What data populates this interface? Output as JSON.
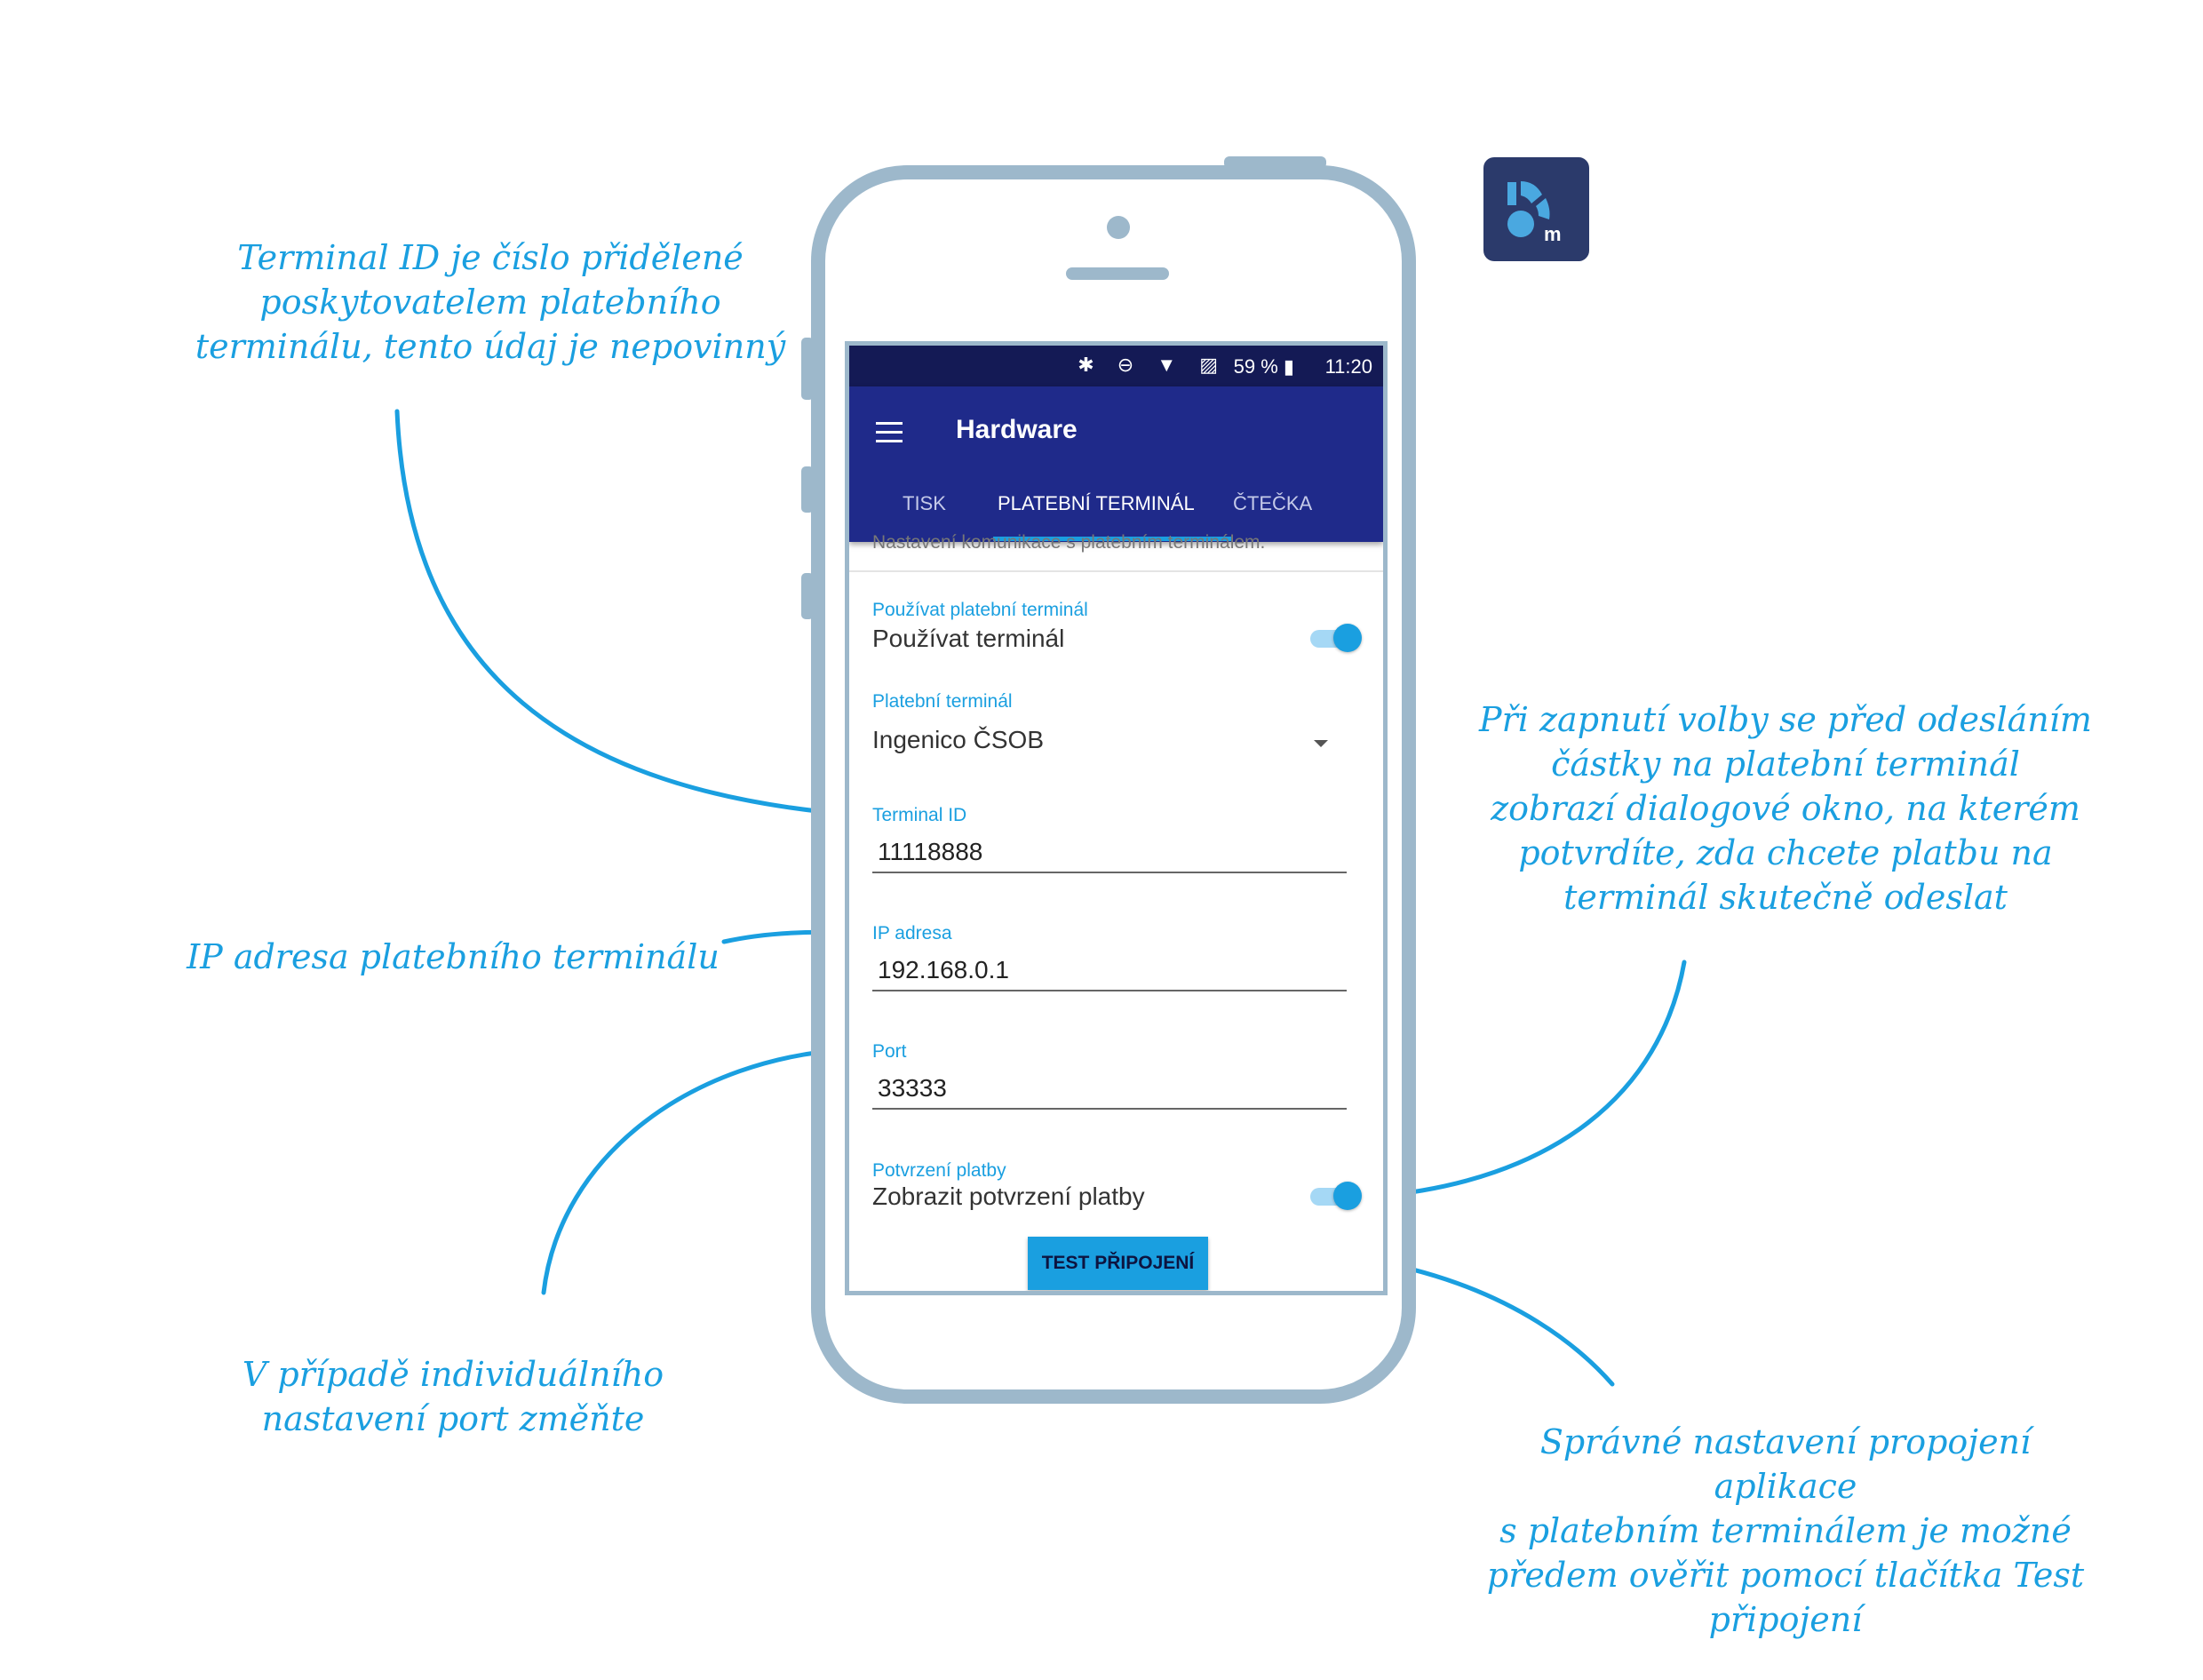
{
  "annotations": {
    "terminal_id": "Terminal ID je číslo přidělené\nposkytovatelem platebního\nterminálu, tento údaj je nepovinný",
    "ip": "IP adresa platebního terminálu",
    "port": "V případě individuálního\nnastavení port změňte",
    "confirm": "Při zapnutí volby se před odesláním\nčástky na platební terminál\nzobrazí dialogové okno, na kterém\npotvrdíte, zda chcete platbu na\nterminál skutečně odeslat",
    "test": "Správné nastavení propojení aplikace\ns platebním terminálem je možné\npředem ověřit pomocí tlačítka Test\npřipojení"
  },
  "status_bar": {
    "icons": "✱ ⊖ ▼ ▨",
    "battery": "59 % ▮",
    "time": "11:20"
  },
  "app_bar": {
    "title": "Hardware"
  },
  "tabs": [
    {
      "label": "TISK",
      "active": false
    },
    {
      "label": "PLATEBNÍ TERMINÁL",
      "active": true
    },
    {
      "label": "ČTEČKA",
      "active": false
    }
  ],
  "clipped_text": "Nastavení komunikace s platebním terminálem.",
  "form": {
    "use_terminal": {
      "label": "Používat platební terminál",
      "text": "Používat terminál",
      "checked": true
    },
    "terminal": {
      "label": "Platební terminál",
      "value": "Ingenico ČSOB"
    },
    "terminal_id": {
      "label": "Terminal ID",
      "value": "11118888"
    },
    "ip": {
      "label": "IP adresa",
      "value": "192.168.0.1"
    },
    "port": {
      "label": "Port",
      "value": "33333"
    },
    "confirm": {
      "label": "Potvrzení platby",
      "text": "Zobrazit potvrzení platby",
      "checked": true
    },
    "test_button": "TEST PŘIPOJENÍ"
  },
  "colors": {
    "accent": "#1a9fe0",
    "app_bar": "#1f2a8a",
    "status_bar": "#141a55",
    "phone_frame": "#9db8cb",
    "logo": "#2b3a6b"
  },
  "logo_icon": "app-logo-icon"
}
